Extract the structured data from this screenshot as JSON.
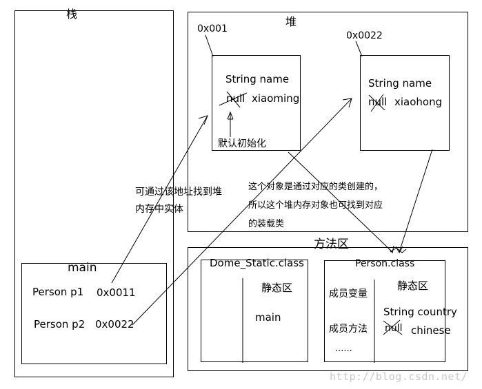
{
  "stack": {
    "title": "栈"
  },
  "heap": {
    "title": "堆",
    "obj1": {
      "addr": "0x001",
      "field": "String name",
      "old_value": "null",
      "new_value": "xiaoming",
      "init_note": "默认初始化"
    },
    "obj2": {
      "addr": "0x0022",
      "field": "String  name",
      "old_value": "null",
      "new_value": "xiaohong"
    },
    "note_find": [
      "可通过该地址找到堆",
      "内存中实体"
    ],
    "note_created": [
      "这个对象是通过对应的类创建的，",
      "所以这个堆内存对象也可找到对应",
      "的装载类"
    ]
  },
  "main_frame": {
    "title": "main",
    "p1": {
      "label": "Person p1",
      "value": "0x0011"
    },
    "p2": {
      "label": "Person p2",
      "value": "0x0022"
    }
  },
  "method_area": {
    "title": "方法区",
    "dome_class": {
      "name": "Dome_Static.class",
      "static_label": "静态区",
      "method": "main"
    },
    "person_class": {
      "name": "Person.class",
      "members_var": "成员变量",
      "members_method": "成员方法",
      "ellipsis": "......",
      "static_label": "静态区",
      "field": "String country",
      "old_value": "null",
      "new_value": "chinese"
    }
  },
  "watermark": "http://blog.csdn.net/"
}
